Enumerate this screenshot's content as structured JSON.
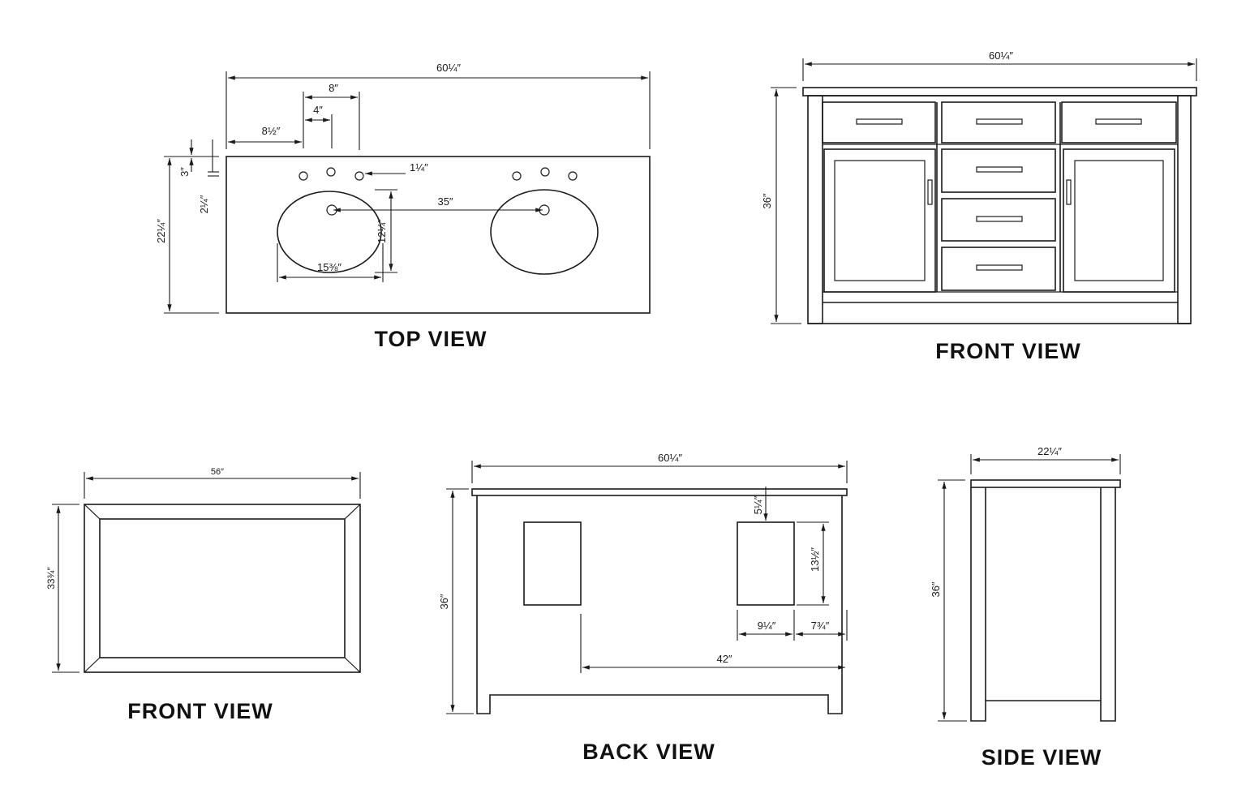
{
  "top_view": {
    "title": "TOP VIEW",
    "width": "60¼″",
    "spread": "8″",
    "center": "4″",
    "offset": "8½″",
    "hole": "1¼″",
    "spacing": "35″",
    "depth": "22¼″",
    "back": "3″",
    "back2": "2¼″",
    "bowl_d": "12¼″",
    "bowl_w": "15⅜″"
  },
  "front_view": {
    "title": "FRONT VIEW",
    "width": "60¼″",
    "height": "36″"
  },
  "mirror_view": {
    "title": "FRONT VIEW",
    "width": "56″",
    "height": "33¾″"
  },
  "back_view": {
    "title": "BACK VIEW",
    "width": "60¼″",
    "height": "36″",
    "top_gap": "5¼″",
    "cut_h": "13½″",
    "cut_w": "9¼″",
    "edge": "7¾″",
    "span": "42″"
  },
  "side_view": {
    "title": "SIDE VIEW",
    "width": "22¼″",
    "height": "36″"
  }
}
